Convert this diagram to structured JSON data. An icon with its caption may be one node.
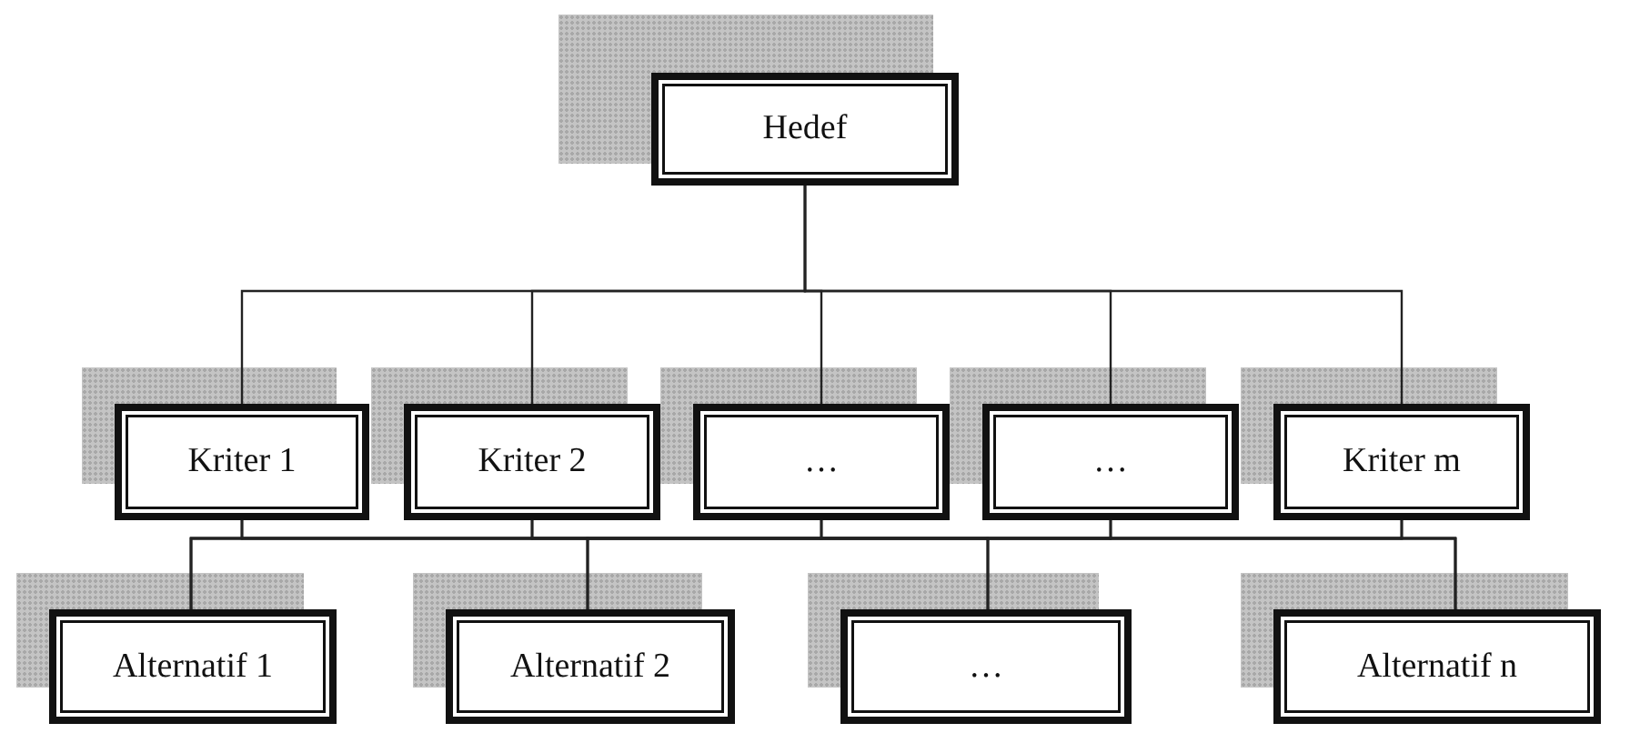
{
  "diagram": {
    "nodes": [
      {
        "text": [
          "Hedef"
        ]
      },
      {
        "text": [
          "Kriter 1"
        ]
      },
      {
        "text": [
          "Kriter 2"
        ]
      },
      {
        "text": [
          "…"
        ]
      },
      {
        "text": [
          "…"
        ]
      },
      {
        "text": [
          "Kriter m"
        ]
      },
      {
        "text": [
          "Alternatif 1"
        ]
      },
      {
        "text": [
          "Alternatif 2"
        ]
      },
      {
        "text": [
          "…"
        ]
      },
      {
        "text": [
          "Alternatif n"
        ]
      }
    ],
    "edges": [
      {
        "from": 0,
        "to": 1,
        "arrow": "none"
      },
      {
        "from": 0,
        "to": 2,
        "arrow": "none"
      },
      {
        "from": 0,
        "to": 3,
        "arrow": "none"
      },
      {
        "from": 0,
        "to": 4,
        "arrow": "none"
      },
      {
        "from": 0,
        "to": 5,
        "arrow": "none"
      },
      {
        "from": 1,
        "to": 6,
        "arrow": "none"
      },
      {
        "from": 1,
        "to": 7,
        "arrow": "none"
      },
      {
        "from": 1,
        "to": 8,
        "arrow": "none"
      },
      {
        "from": 1,
        "to": 9,
        "arrow": "none"
      },
      {
        "from": 2,
        "to": 6,
        "arrow": "none"
      },
      {
        "from": 2,
        "to": 7,
        "arrow": "none"
      },
      {
        "from": 2,
        "to": 8,
        "arrow": "none"
      },
      {
        "from": 2,
        "to": 9,
        "arrow": "none"
      },
      {
        "from": 3,
        "to": 6,
        "arrow": "none"
      },
      {
        "from": 3,
        "to": 7,
        "arrow": "none"
      },
      {
        "from": 3,
        "to": 8,
        "arrow": "none"
      },
      {
        "from": 3,
        "to": 9,
        "arrow": "none"
      },
      {
        "from": 4,
        "to": 6,
        "arrow": "none"
      },
      {
        "from": 4,
        "to": 7,
        "arrow": "none"
      },
      {
        "from": 4,
        "to": 8,
        "arrow": "none"
      },
      {
        "from": 4,
        "to": 9,
        "arrow": "none"
      },
      {
        "from": 5,
        "to": 6,
        "arrow": "none"
      },
      {
        "from": 5,
        "to": 7,
        "arrow": "none"
      },
      {
        "from": 5,
        "to": 8,
        "arrow": "none"
      },
      {
        "from": 5,
        "to": 9,
        "arrow": "none"
      }
    ]
  }
}
